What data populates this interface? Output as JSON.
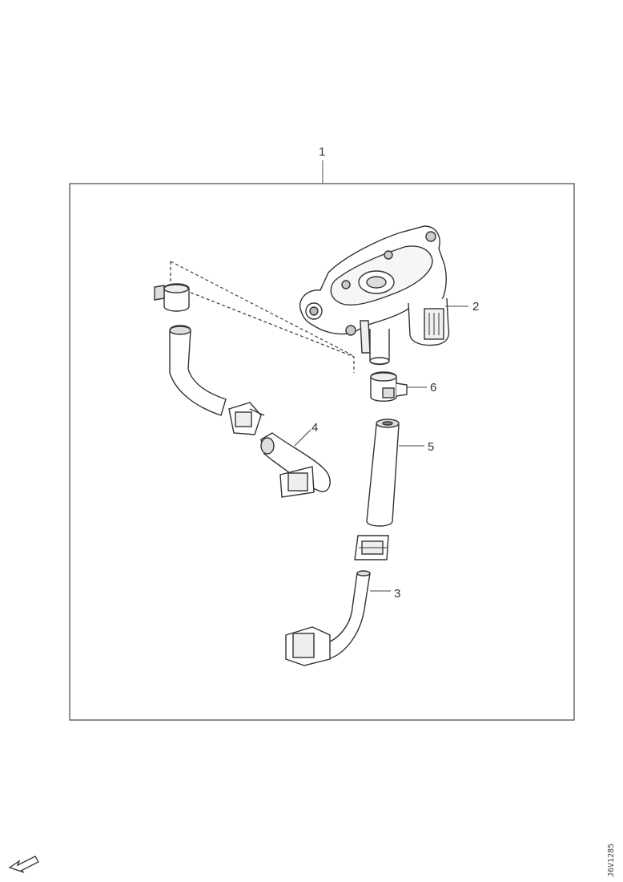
{
  "callouts": {
    "kit": "1",
    "part_2": "2",
    "part_3": "3",
    "part_4": "4",
    "part_5": "5",
    "part_6": "6"
  },
  "reference_code": "J6V1285"
}
